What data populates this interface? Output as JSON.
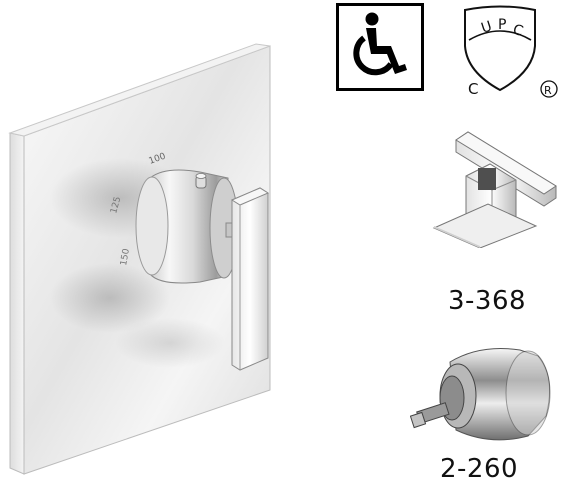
{
  "certifications": {
    "upc_letters": [
      "U",
      "P",
      "C"
    ],
    "c_mark": "C",
    "registered_mark": "®"
  },
  "parts": [
    {
      "number": "3-368"
    },
    {
      "number": "2-260"
    }
  ],
  "dial_markings": [
    "100",
    "125",
    "150"
  ],
  "colors": {
    "chrome_light": "#f2f2f2",
    "chrome_mid": "#c8c8c8",
    "chrome_dark": "#5a5a5a",
    "outline": "#000000"
  }
}
